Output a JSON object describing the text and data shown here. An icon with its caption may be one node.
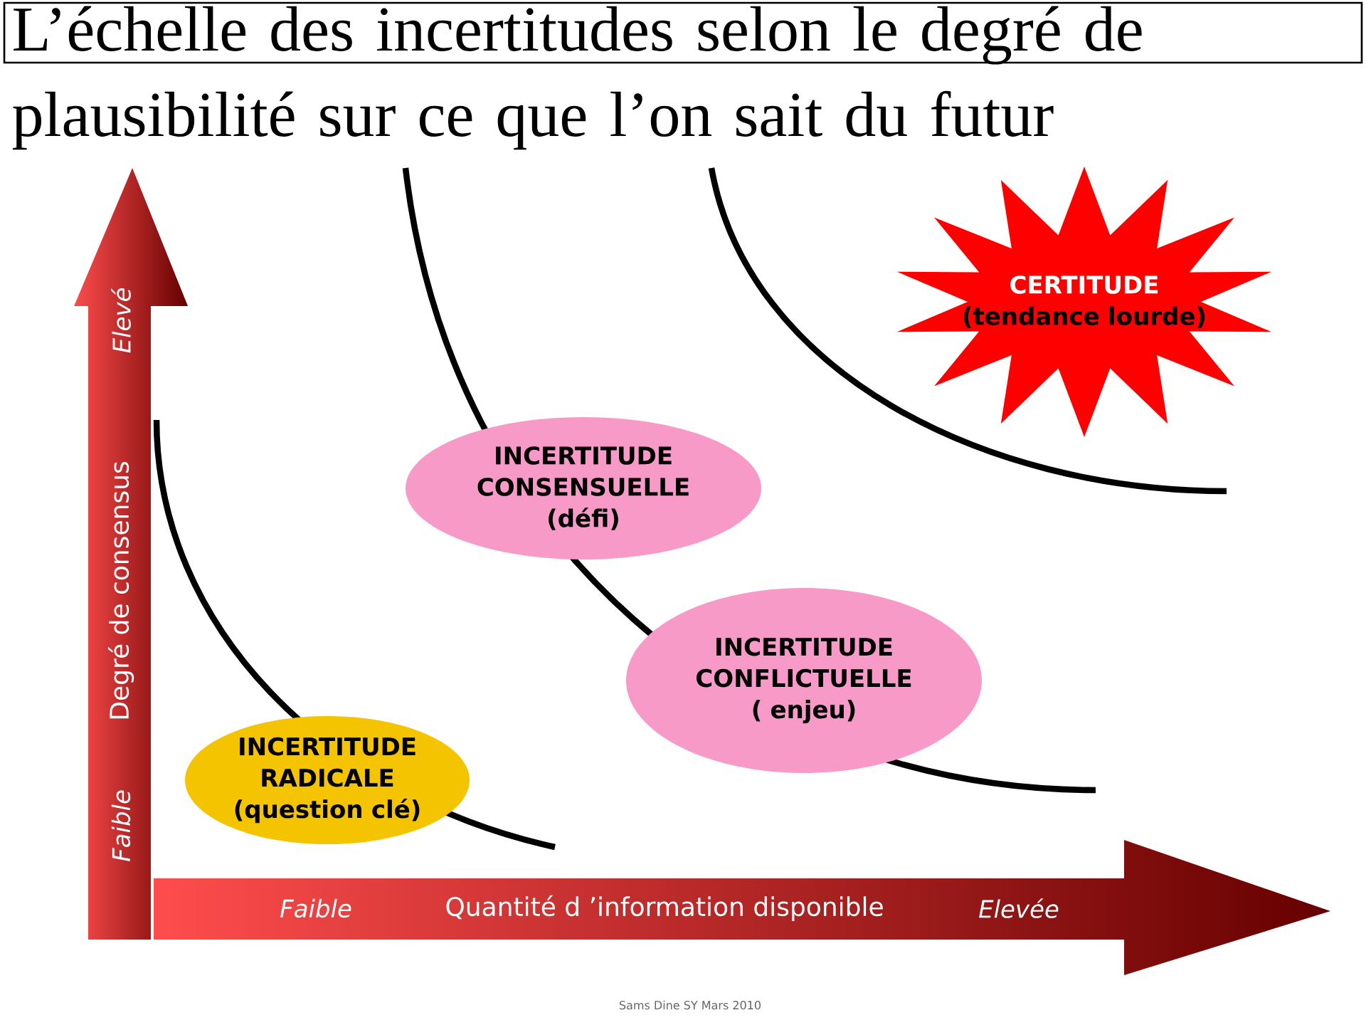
{
  "diagram": {
    "title": "L’échelle des incertitudes selon le degré de plausibilité sur ce que l’on sait du futur",
    "nodes": [
      {
        "text": [
          "CERTITUDE",
          "(tendance lourde)"
        ]
      },
      {
        "text": [
          "INCERTITUDE CONSENSUELLE",
          "(défi)"
        ]
      },
      {
        "text": [
          "INCERTITUDE CONFLICTUELLE",
          "( enjeu)"
        ]
      },
      {
        "text": [
          "INCERTITUDE RADICALE",
          "(question clé)"
        ]
      }
    ],
    "edges": [],
    "labels": [
      "Elevé",
      "Degré de consensus",
      "Faible",
      "Faible",
      "Quantité d ’information disponible",
      "Elevée",
      "Sams Dine SY   Mars 2010"
    ]
  }
}
